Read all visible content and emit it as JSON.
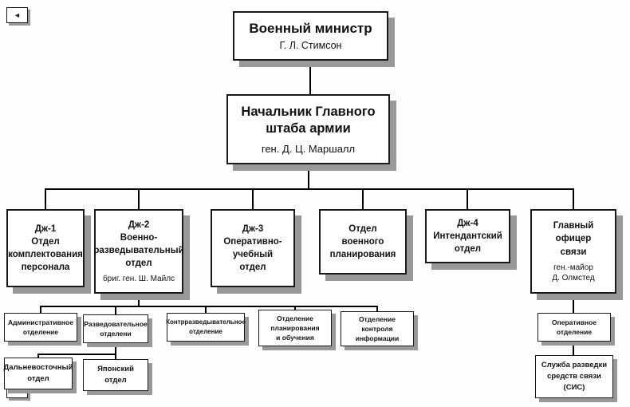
{
  "page": {
    "marker_glyph": "◄",
    "colors": {
      "background": "#fdfdfd",
      "box_fill": "#ffffff",
      "box_border": "#1a1a1a",
      "box_shadow": "#999999",
      "connector": "#000000",
      "text": "#111111"
    }
  },
  "org": {
    "minister": {
      "lines": [
        "Военный министр"
      ],
      "person": "Г. Л. Стимсон"
    },
    "chief": {
      "lines": [
        "Начальник Главного",
        "штаба армии"
      ],
      "person": "ген. Д. Ц. Маршалл"
    },
    "g1": {
      "lines": [
        "Дж-1",
        "Отдел",
        "комплектования",
        "персонала"
      ]
    },
    "g2": {
      "lines": [
        "Дж-2",
        "Военно-",
        "разведывательный",
        "отдел"
      ],
      "person": "бриг. ген. Ш. Майлс"
    },
    "g3": {
      "lines": [
        "Дж-3",
        "Оперативно-",
        "учебный",
        "отдел"
      ]
    },
    "war_planning": {
      "lines": [
        "Отдел",
        "военного",
        "планирования"
      ]
    },
    "g4": {
      "lines": [
        "Дж-4",
        "Интендантский",
        "отдел"
      ]
    },
    "signal": {
      "lines": [
        "Главный",
        "офицер",
        "связи"
      ],
      "person_lines": [
        "ген.-майор",
        "Д. Олмстед"
      ]
    },
    "admin_section": {
      "lines": [
        "Административное",
        "отделение"
      ]
    },
    "intel_section": {
      "lines": [
        "Разведовательное",
        "отделени"
      ]
    },
    "counterintel_section": {
      "lines": [
        "Контрразведывательное",
        "отделение"
      ]
    },
    "planning_section": {
      "lines": [
        "Отделение",
        "планирования",
        "и обучения"
      ]
    },
    "info_control_section": {
      "lines": [
        "Отделение",
        "контроля",
        "информации"
      ]
    },
    "far_east": {
      "lines": [
        "Дальневосточный",
        "отдел"
      ]
    },
    "japan": {
      "lines": [
        "Японский",
        "отдел"
      ]
    },
    "ops_section": {
      "lines": [
        "Оперативное",
        "отделение"
      ]
    },
    "sis": {
      "lines": [
        "Служба разведки",
        "средств связи",
        "(СИС)"
      ]
    }
  }
}
